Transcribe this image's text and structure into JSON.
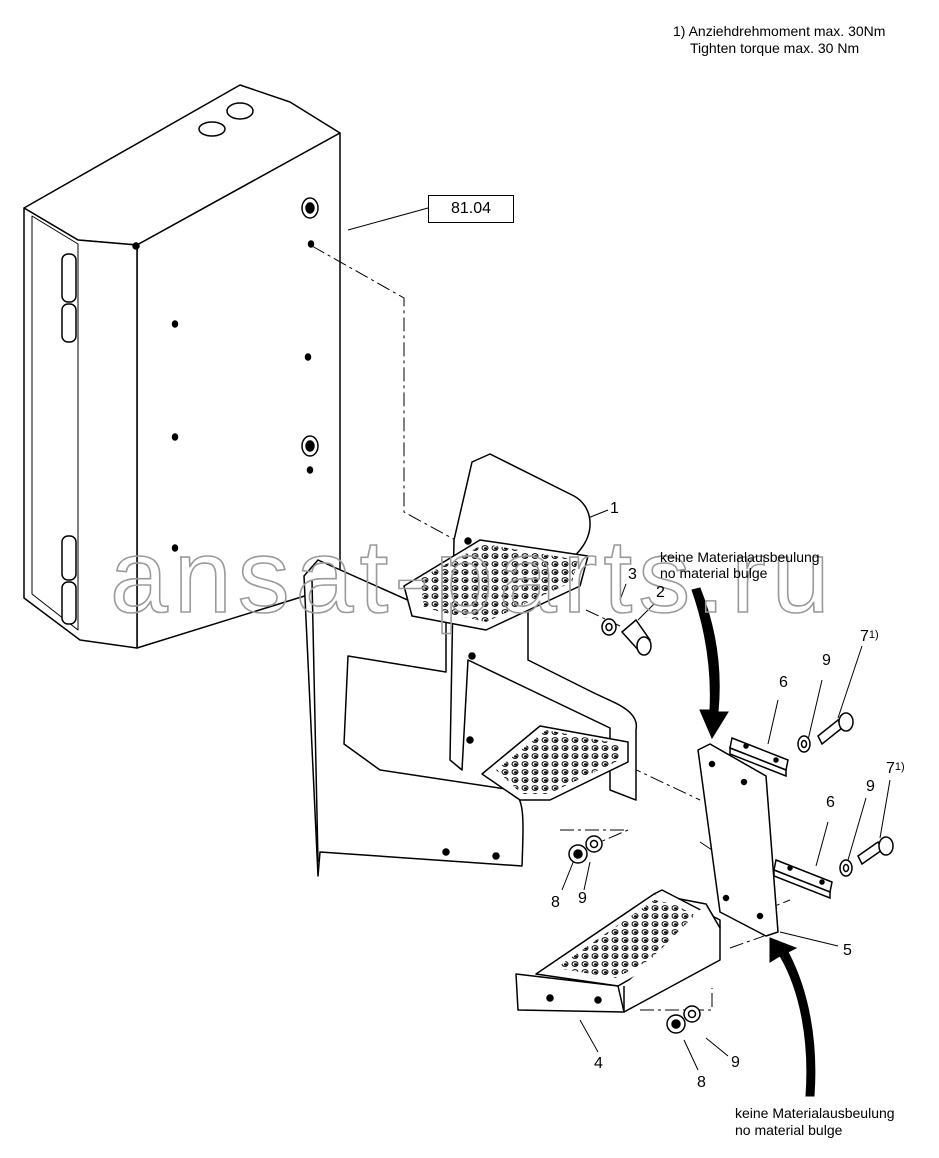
{
  "notes": {
    "torque_de": "1) Anziehdrehmoment max. 30Nm",
    "torque_en": "Tighten torque max. 30 Nm",
    "bulge_top_de": "keine Materialausbeulung",
    "bulge_top_en": "no material bulge",
    "bulge_bottom_de": "keine Materialausbeulung",
    "bulge_bottom_en": "no material bulge"
  },
  "reference": "81.04",
  "callouts": {
    "c1": "1",
    "c2": "2",
    "c3": "3",
    "c4": "4",
    "c5": "5",
    "c6a": "6",
    "c6b": "6",
    "c7a": "7",
    "c7b": "7",
    "c7_mark": "1)",
    "c8a": "8",
    "c8b": "8",
    "c9a": "9",
    "c9b": "9",
    "c9c": "9",
    "c9d": "9"
  },
  "watermark": "ansat-parts.ru",
  "colors": {
    "line": "#000000",
    "watermark_stroke": "#9a9a9a",
    "background": "#ffffff"
  }
}
